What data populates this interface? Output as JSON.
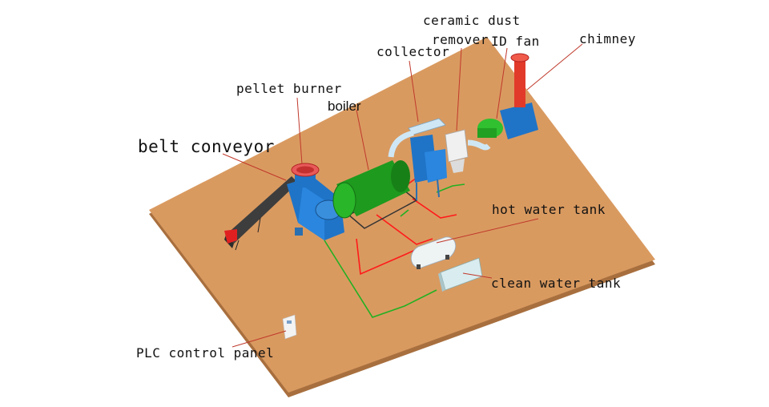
{
  "colors": {
    "floor": "#d99a60",
    "floor_edge": "#a86f3e",
    "pointer": "#c0392b",
    "equipment_blue": "#1f74c7",
    "boiler_green": "#1e9a1e",
    "chimney_red": "#e23a2a",
    "pipe_red": "#ff1a1a",
    "pipe_green": "#22b022"
  },
  "labels": {
    "belt_conveyor": "belt conveyor",
    "pellet_burner": "pellet burner",
    "boiler": "boiler",
    "collector": "collector",
    "ceramic_dust_1": "ceramic dust",
    "ceramic_dust_2": "remover",
    "id_fan": "ID fan",
    "chimney": "chimney",
    "hot_water_tank": "hot water tank",
    "clean_water_tank": "clean water tank",
    "plc_control_panel": "PLC control panel"
  }
}
